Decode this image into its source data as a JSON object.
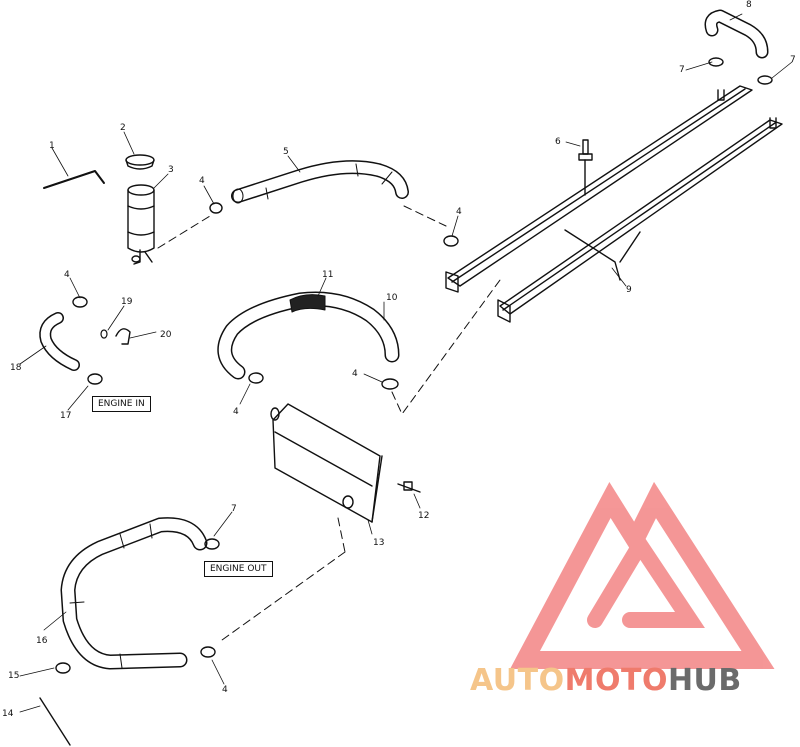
{
  "diagram": {
    "callouts": [
      {
        "id": "c1",
        "text": "1"
      },
      {
        "id": "c2",
        "text": "2"
      },
      {
        "id": "c3",
        "text": "3"
      },
      {
        "id": "c4a",
        "text": "4"
      },
      {
        "id": "c4b",
        "text": "4"
      },
      {
        "id": "c4c",
        "text": "4"
      },
      {
        "id": "c4d",
        "text": "4"
      },
      {
        "id": "c4e",
        "text": "4"
      },
      {
        "id": "c4f",
        "text": "4"
      },
      {
        "id": "c5",
        "text": "5"
      },
      {
        "id": "c6",
        "text": "6"
      },
      {
        "id": "c7a",
        "text": "7"
      },
      {
        "id": "c7b",
        "text": "7"
      },
      {
        "id": "c7c",
        "text": "7"
      },
      {
        "id": "c8",
        "text": "8"
      },
      {
        "id": "c9",
        "text": "9"
      },
      {
        "id": "c10",
        "text": "10"
      },
      {
        "id": "c11",
        "text": "11"
      },
      {
        "id": "c12",
        "text": "12"
      },
      {
        "id": "c13",
        "text": "13"
      },
      {
        "id": "c14",
        "text": "14"
      },
      {
        "id": "c15",
        "text": "15"
      },
      {
        "id": "c16",
        "text": "16"
      },
      {
        "id": "c17",
        "text": "17"
      },
      {
        "id": "c18",
        "text": "18"
      },
      {
        "id": "c19",
        "text": "19"
      },
      {
        "id": "c20",
        "text": "20"
      }
    ],
    "labels": {
      "engine_in": "ENGINE IN",
      "engine_out": "ENGINE OUT"
    }
  },
  "watermark": {
    "part1": "AUTO",
    "part2": "MOTO",
    "part3": "HUB",
    "colors": {
      "part1": "#f5c58a",
      "part2": "#ef7b6c",
      "part3": "#6b6b6b",
      "logo": "#f27d7d"
    }
  }
}
